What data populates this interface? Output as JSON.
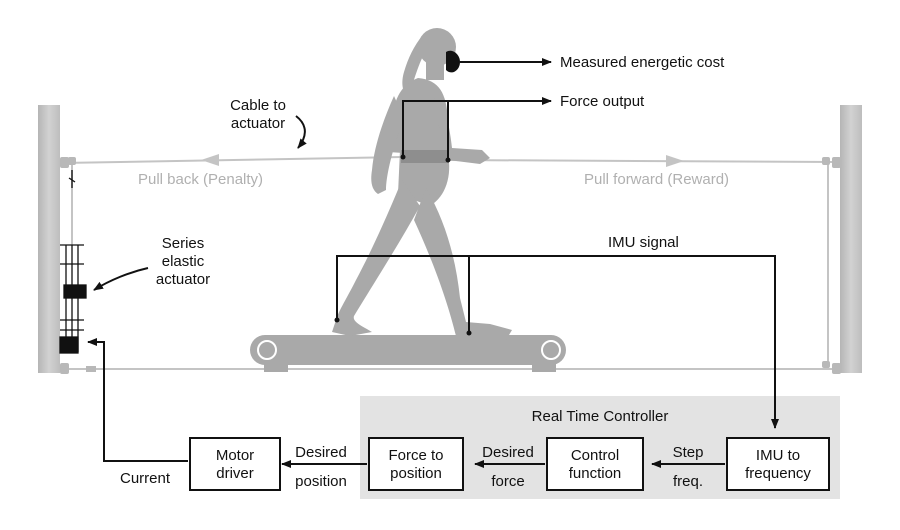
{
  "labels": {
    "energetic_cost": "Measured energetic cost",
    "force_output": "Force output",
    "cable_to_actuator": [
      "Cable to",
      "actuator"
    ],
    "series_elastic_actuator": [
      "Series",
      "elastic",
      "actuator"
    ],
    "pull_back": "Pull back (Penalty)",
    "pull_forward": "Pull forward (Reward)",
    "imu_signal": "IMU signal",
    "real_time_controller": "Real Time Controller",
    "current": "Current",
    "desired_position": [
      "Desired",
      "position"
    ],
    "desired_force": [
      "Desired",
      "force"
    ],
    "step_freq": [
      "Step",
      "freq."
    ]
  },
  "boxes": {
    "motor_driver": [
      "Motor",
      "driver"
    ],
    "force_to_position": [
      "Force to",
      "position"
    ],
    "control_function": [
      "Control",
      "function"
    ],
    "imu_to_frequency": [
      "IMU to",
      "frequency"
    ]
  },
  "colors": {
    "figure_grey": "#a9a9a9",
    "post_grey": "#c6c6c6",
    "cable_grey": "#c4c4c4",
    "controller_panel": "#e3e3e3",
    "ink": "#111111"
  }
}
